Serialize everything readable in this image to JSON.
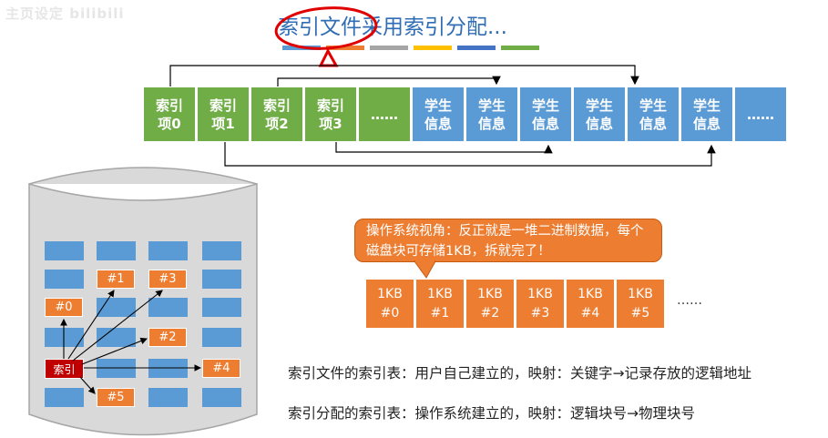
{
  "watermark": "主页设定 bilibili",
  "title": "索引文件采用索引分配...",
  "stripe_colors": [
    "#5b9bd5",
    "#ed7d31",
    "#a5a5a5",
    "#ffc000",
    "#4472c4",
    "#70ad47"
  ],
  "file_row": [
    {
      "text": "索引\n项0",
      "color": "green"
    },
    {
      "text": "索引\n项1",
      "color": "green"
    },
    {
      "text": "索引\n项2",
      "color": "green"
    },
    {
      "text": "索引\n项3",
      "color": "green"
    },
    {
      "text": "……",
      "color": "green"
    },
    {
      "text": "学生\n信息",
      "color": "blue"
    },
    {
      "text": "学生\n信息",
      "color": "blue"
    },
    {
      "text": "学生\n信息",
      "color": "blue"
    },
    {
      "text": "学生\n信息",
      "color": "blue"
    },
    {
      "text": "学生\n信息",
      "color": "blue"
    },
    {
      "text": "学生\n信息",
      "color": "blue"
    },
    {
      "text": "……",
      "color": "blue"
    }
  ],
  "disk": {
    "index_label": "索引",
    "blocks": [
      "#0",
      "#1",
      "#2",
      "#3",
      "#4",
      "#5"
    ]
  },
  "callout": "操作系统视角：反正就是一堆二进制数据，每个磁盘块可存储1KB，拆就完了！",
  "kb_blocks": [
    "1KB\n#0",
    "1KB\n#1",
    "1KB\n#2",
    "1KB\n#3",
    "1KB\n#4",
    "1KB\n#5"
  ],
  "kb_ellipsis": "……",
  "desc1": "索引文件的索引表：用户自己建立的，映射：关键字→记录存放的逻辑地址",
  "desc2": "索引分配的索引表：操作系统建立的，映射：逻辑块号→物理块号"
}
